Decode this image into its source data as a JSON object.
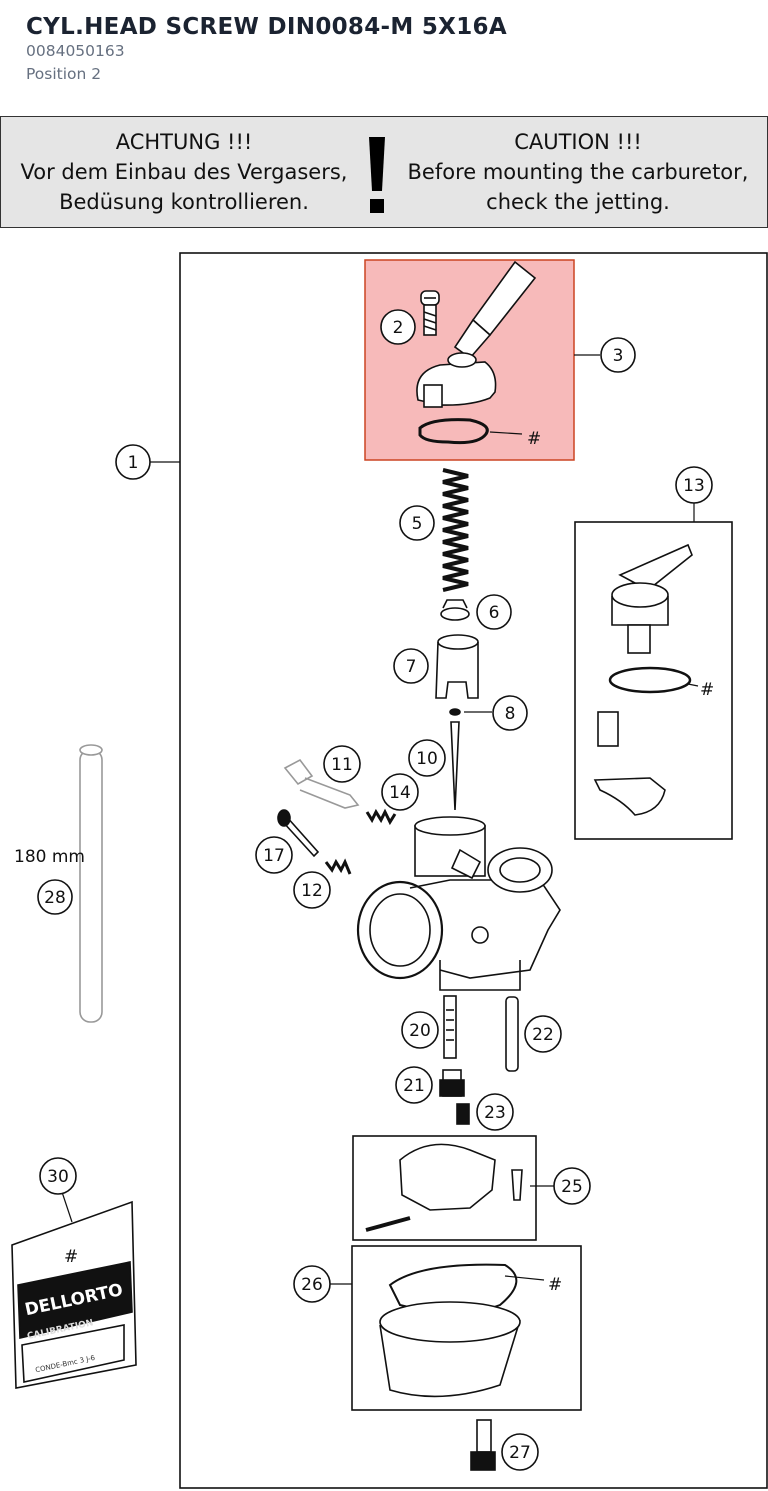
{
  "header": {
    "title": "CYL.HEAD SCREW DIN0084-M 5X16A",
    "part_number": "0084050163",
    "position": "Position 2"
  },
  "banner": {
    "de_line1": "ACHTUNG !!!",
    "de_line2": "Vor dem Einbau des Vergasers,",
    "de_line3": "Bedüsung kontrollieren.",
    "en_line1": "CAUTION !!!",
    "en_line2": "Before mounting the carburetor,",
    "en_line3": "check the jetting."
  },
  "diagram": {
    "highlight_color": "#f4a3a3",
    "callouts": [
      "1",
      "2",
      "3",
      "5",
      "6",
      "7",
      "8",
      "10",
      "11",
      "12",
      "13",
      "14",
      "17",
      "20",
      "21",
      "22",
      "23",
      "25",
      "26",
      "27",
      "28",
      "30"
    ],
    "hash_mark": "#",
    "hose_length": "180 mm",
    "bag_brand": "DELLORTO",
    "bag_text": "CALIBRATION",
    "bag_detail": "CONDE-Bmc  3 J-6"
  }
}
